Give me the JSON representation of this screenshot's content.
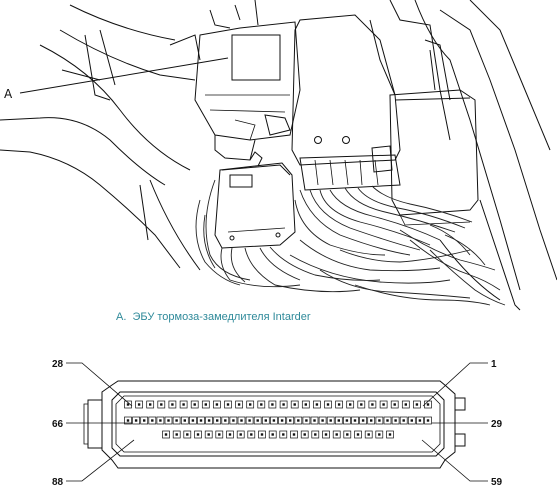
{
  "callout": {
    "label": "A"
  },
  "caption": {
    "prefix": "A.",
    "text": "ЭБУ тормоза-замедлителя Intarder"
  },
  "connector": {
    "pins": {
      "top_left": "28",
      "top_right": "1",
      "mid_left": "66",
      "mid_right": "29",
      "bottom_left": "88",
      "bottom_right": "59"
    },
    "rows": [
      28,
      38,
      22
    ]
  }
}
